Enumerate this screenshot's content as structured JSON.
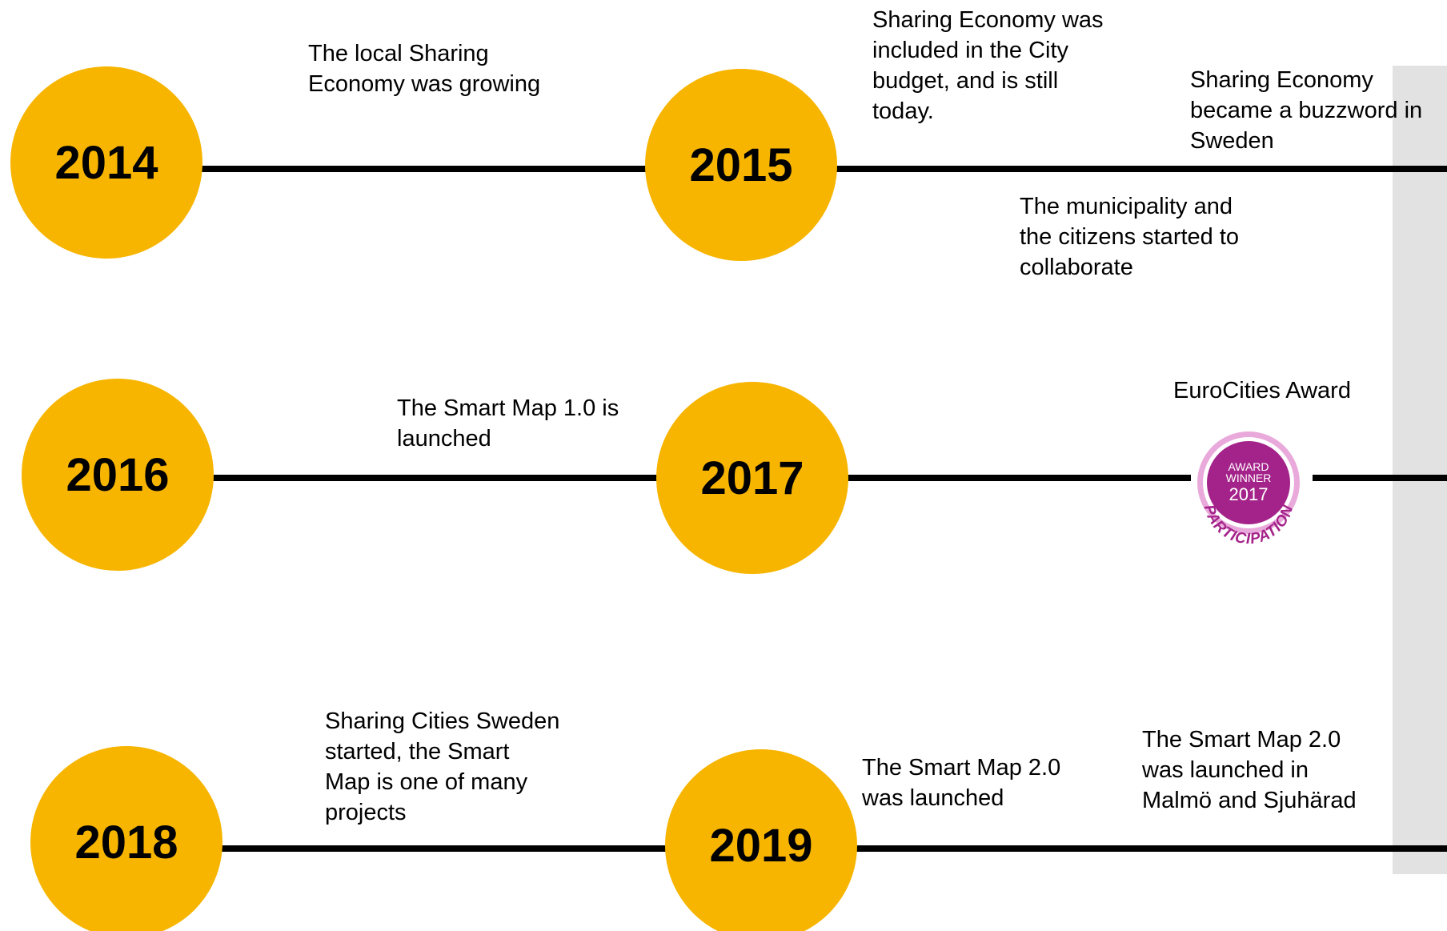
{
  "colors": {
    "circle": "#F7B500",
    "line": "#000000",
    "panel": "#E2E2E2",
    "badge": "#A4238A",
    "badge_ring": "#E9A9DB"
  },
  "timeline": {
    "rows": [
      {
        "years": [
          "2014",
          "2015"
        ],
        "notes": [
          "The local Sharing\nEconomy was growing",
          "Sharing Economy was\nincluded in the City\nbudget, and is still\ntoday.",
          "Sharing Economy\nbecame a buzzword in\nSweden",
          "The municipality and\nthe citizens started to\ncollaborate"
        ]
      },
      {
        "years": [
          "2016",
          "2017"
        ],
        "notes": [
          "The Smart Map 1.0 is\nlaunched"
        ],
        "award": {
          "title": "EuroCities Award",
          "badge_top": "AWARD",
          "badge_mid": "WINNER",
          "badge_year": "2017",
          "badge_arc": "PARTICIPATION"
        }
      },
      {
        "years": [
          "2018",
          "2019"
        ],
        "notes": [
          "Sharing Cities Sweden\nstarted, the Smart\nMap is one of many\nprojects",
          "The Smart Map 2.0\nwas launched",
          "The Smart Map 2.0\nwas launched in\nMalmö and Sjuhärad"
        ]
      }
    ]
  }
}
